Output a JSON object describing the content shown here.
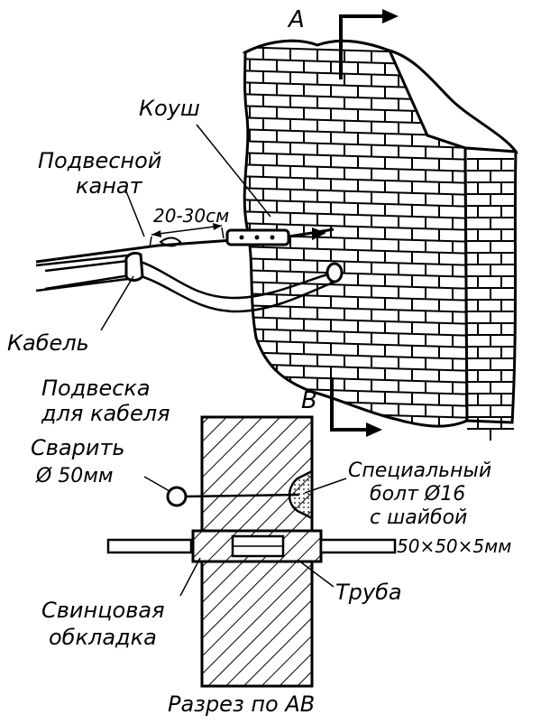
{
  "section_marks": {
    "a": "А",
    "b": "В"
  },
  "labels": {
    "thimble": "Коуш",
    "messenger_line1": "Подвесной",
    "messenger_line2": "канат",
    "distance": "20-30см",
    "cable": "Кабель",
    "hanger_line1": "Подвеска",
    "hanger_line2": "для кабеля",
    "weld_line1": "Сварить",
    "weld_line2": "Ø 50мм",
    "bolt_line1": "Специальный",
    "bolt_line2": "болт Ø16",
    "bolt_line3": "с шайбой",
    "bolt_line4": "50×50×5мм",
    "pipe": "Труба",
    "lead_line1": "Свинцовая",
    "lead_line2": "обкладка",
    "section_caption": "Разрез по АВ"
  },
  "colors": {
    "ink": "#000000",
    "paper": "#ffffff"
  }
}
